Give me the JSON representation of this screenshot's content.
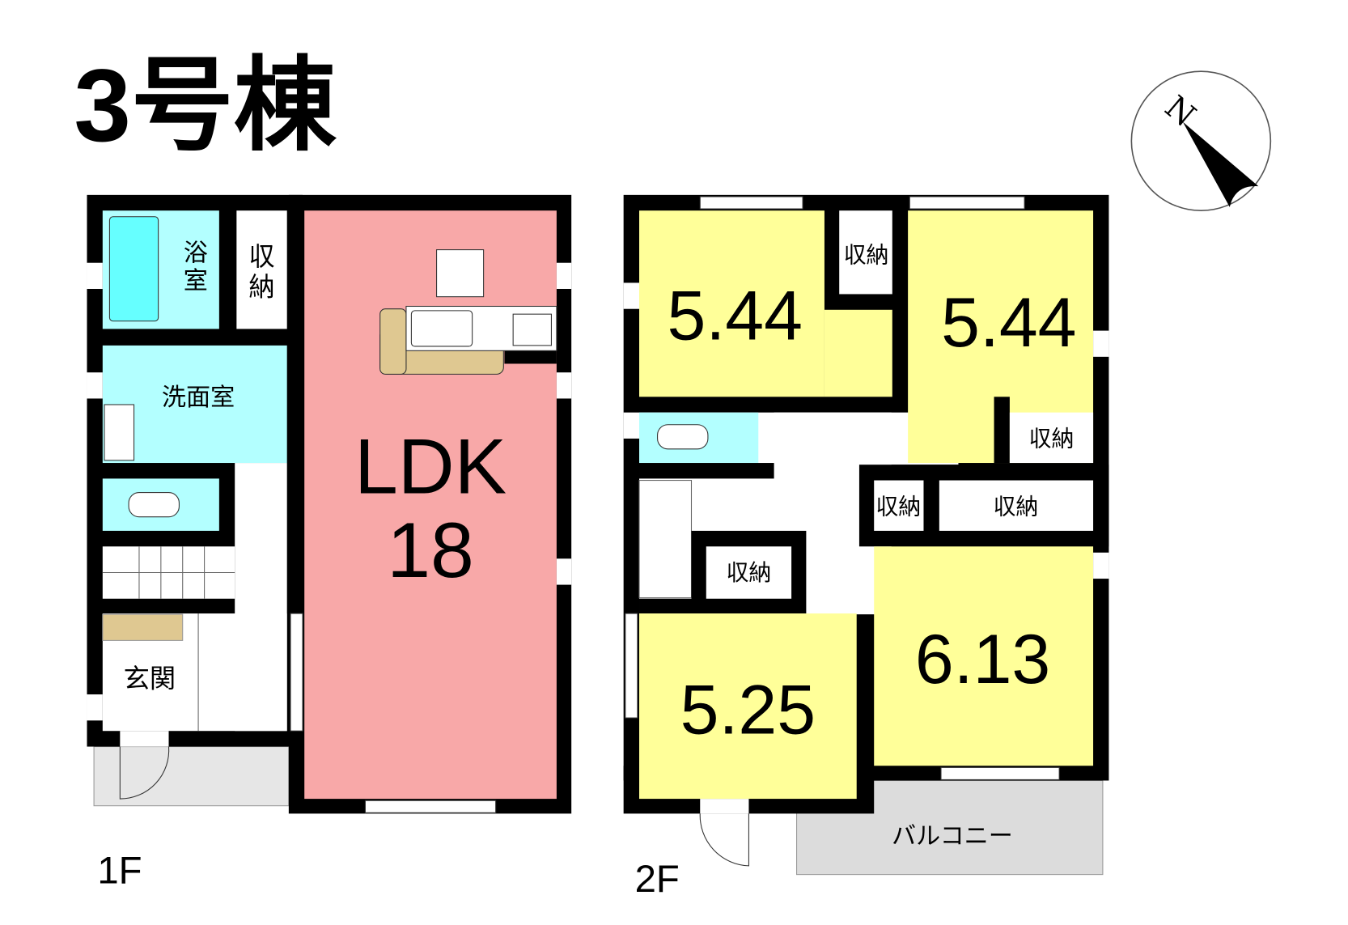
{
  "title": "3号棟",
  "compass": {
    "label": "N"
  },
  "colors": {
    "room": "#ffff99",
    "ldk": "#f8a8a8",
    "wet": "#b3ffff",
    "tub": "#66ffff",
    "kitchen": "#dfc891",
    "balcony": "#dcdcdc",
    "wall": "#000000"
  },
  "floor1": {
    "label": "1F",
    "rooms": {
      "bath": "浴室",
      "bath_line1": "浴",
      "bath_line2": "室",
      "storage_line1": "収",
      "storage_line2": "納",
      "washroom": "洗面室",
      "entrance": "玄関",
      "ldk_name": "LDK",
      "ldk_size": "18"
    }
  },
  "floor2": {
    "label": "2F",
    "rooms": {
      "room_nw": "5.44",
      "room_ne": "5.44",
      "room_sw": "5.25",
      "room_se": "6.13",
      "storage": "収納",
      "balcony": "バルコニー"
    }
  }
}
